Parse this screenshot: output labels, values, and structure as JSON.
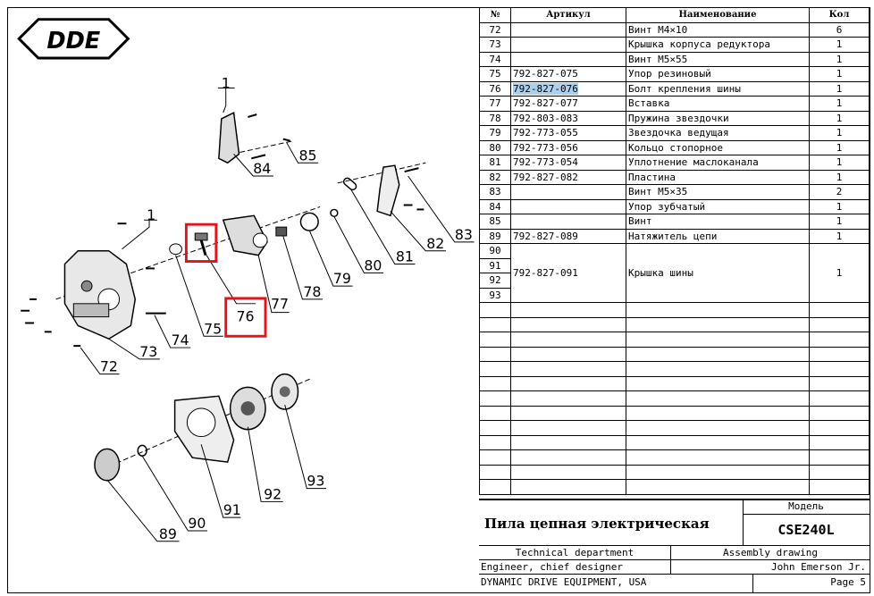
{
  "brand": {
    "logo_text": "DDE"
  },
  "table": {
    "headers": {
      "no": "№",
      "article": "Артикул",
      "name": "Наименование",
      "qty": "Кол"
    },
    "rows": [
      {
        "no": "72",
        "article": "",
        "name": "Винт M4×10",
        "qty": "6"
      },
      {
        "no": "73",
        "article": "",
        "name": "Крышка корпуса редуктора",
        "qty": "1"
      },
      {
        "no": "74",
        "article": "",
        "name": "Винт M5×55",
        "qty": "1"
      },
      {
        "no": "75",
        "article": "792-827-075",
        "name": "Упор резиновый",
        "qty": "1"
      },
      {
        "no": "76",
        "article": "792-827-076",
        "name": "Болт крепления шины",
        "qty": "1"
      },
      {
        "no": "77",
        "article": "792-827-077",
        "name": "Вставка",
        "qty": "1"
      },
      {
        "no": "78",
        "article": "792-803-083",
        "name": "Пружина звездочки",
        "qty": "1"
      },
      {
        "no": "79",
        "article": "792-773-055",
        "name": "Звездочка ведущая",
        "qty": "1"
      },
      {
        "no": "80",
        "article": "792-773-056",
        "name": "Кольцо стопорное",
        "qty": "1"
      },
      {
        "no": "81",
        "article": "792-773-054",
        "name": "Уплотнение маслоканала",
        "qty": "1"
      },
      {
        "no": "82",
        "article": "792-827-082",
        "name": "Пластина",
        "qty": "1"
      },
      {
        "no": "83",
        "article": "",
        "name": "Винт M5×35",
        "qty": "2"
      },
      {
        "no": "84",
        "article": "",
        "name": "Упор зубчатый",
        "qty": "1"
      },
      {
        "no": "85",
        "article": "",
        "name": "Винт",
        "qty": "1"
      },
      {
        "no": "89",
        "article": "792-827-089",
        "name": "Натяжитель цепи",
        "qty": "1"
      }
    ],
    "group": {
      "nos": [
        "90",
        "91",
        "92",
        "93"
      ],
      "article": "792-827-091",
      "name": "Крышка шины",
      "qty": "1"
    }
  },
  "title_block": {
    "model_label": "Модель",
    "product": "Пила цепная электрическая",
    "model": "CSE240L",
    "department": "Technical department",
    "doc_type": "Assembly drawing",
    "role": "Engineer, chief designer",
    "person": "John Emerson Jr.",
    "company": "DYNAMIC DRIVE EQUIPMENT, USA",
    "page": "Page 5"
  },
  "callouts": [
    "1",
    "85",
    "84",
    "1",
    "83",
    "82",
    "81",
    "80",
    "79",
    "78",
    "77",
    "76",
    "75",
    "74",
    "73",
    "72",
    "93",
    "92",
    "91",
    "90",
    "89"
  ],
  "colors": {
    "highlight_box": "#e0161e",
    "selection": "#aad0f0"
  }
}
